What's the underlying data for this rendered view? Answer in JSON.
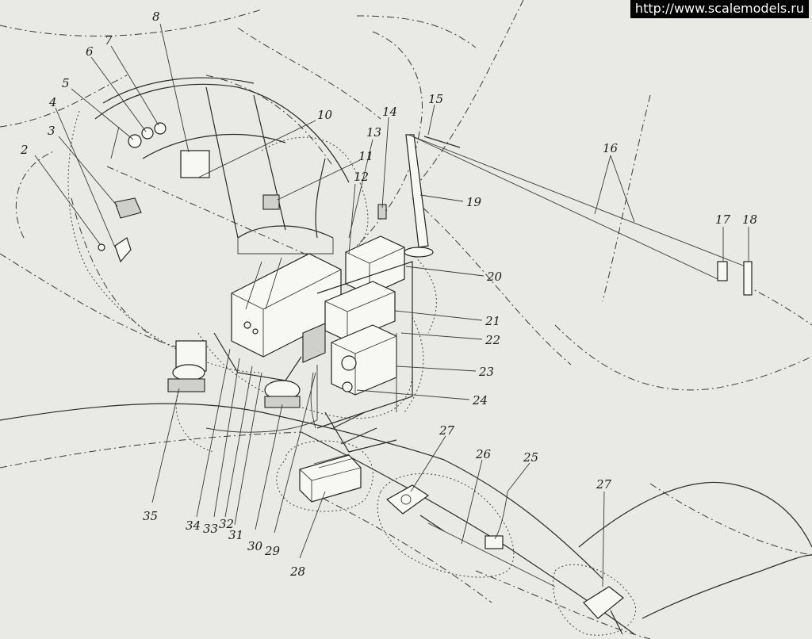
{
  "watermark": "http://www.scalemodels.ru",
  "callouts": [
    "2",
    "3",
    "4",
    "5",
    "6",
    "7",
    "8",
    "10",
    "11",
    "12",
    "13",
    "14",
    "15",
    "16",
    "17",
    "18",
    "19",
    "20",
    "21",
    "22",
    "23",
    "24",
    "25",
    "26",
    "27",
    "27",
    "28",
    "29",
    "30",
    "31",
    "32",
    "33",
    "34",
    "35"
  ],
  "colors": {
    "paper": "#e9e9e6",
    "ink": "#2b2b2b"
  }
}
